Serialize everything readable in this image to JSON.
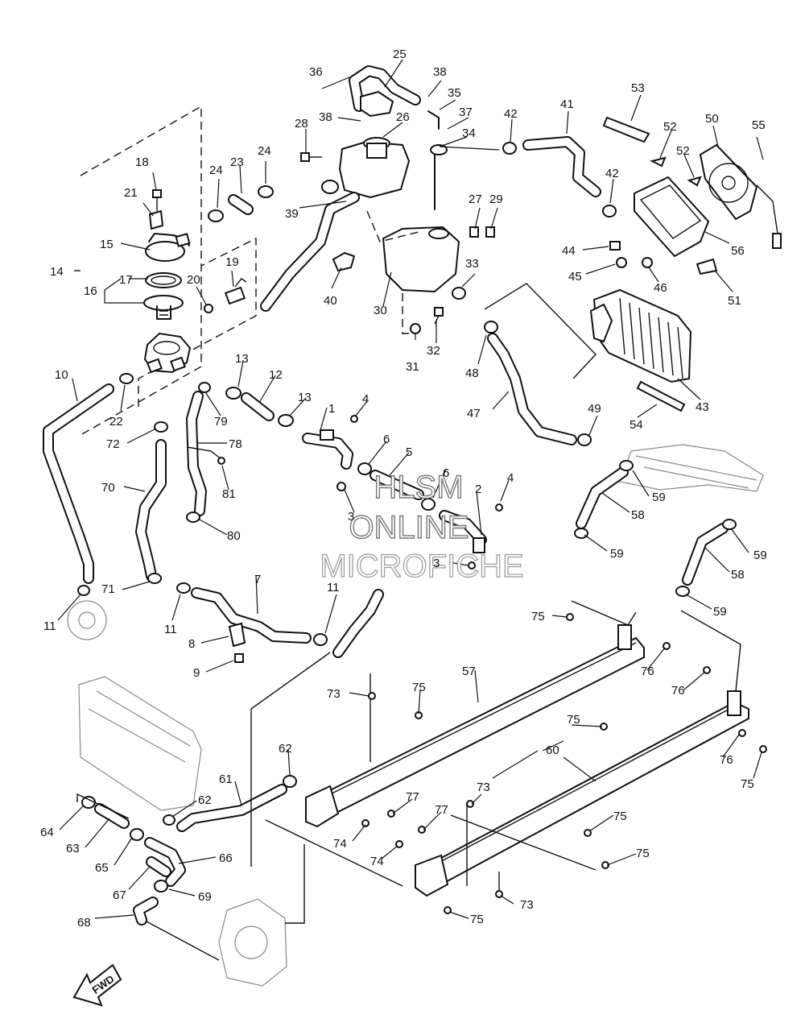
{
  "watermark": {
    "line1": "HLSM",
    "line2": "ONLINE",
    "line3": "MICROFICHE"
  },
  "direction_marker": "FWD",
  "callouts": [
    "1",
    "2",
    "3",
    "3",
    "4",
    "4",
    "5",
    "6",
    "6",
    "7",
    "8",
    "9",
    "10",
    "11",
    "11",
    "11",
    "11",
    "12",
    "13",
    "13",
    "14",
    "15",
    "16",
    "17",
    "18",
    "19",
    "20",
    "21",
    "22",
    "23",
    "24",
    "24",
    "25",
    "26",
    "27",
    "28",
    "29",
    "30",
    "31",
    "32",
    "33",
    "34",
    "35",
    "36",
    "37",
    "38",
    "38",
    "39",
    "40",
    "41",
    "42",
    "42",
    "43",
    "44",
    "45",
    "46",
    "47",
    "48",
    "49",
    "50",
    "51",
    "52",
    "52",
    "53",
    "54",
    "55",
    "56",
    "57",
    "58",
    "58",
    "59",
    "59",
    "59",
    "59",
    "60",
    "61",
    "62",
    "62",
    "63",
    "64",
    "65",
    "66",
    "67",
    "68",
    "69",
    "70",
    "71",
    "72",
    "73",
    "73",
    "73",
    "73",
    "74",
    "74",
    "75",
    "75",
    "75",
    "75",
    "75",
    "75",
    "75",
    "75",
    "76",
    "76",
    "76",
    "77",
    "77",
    "78",
    "79",
    "80",
    "81"
  ]
}
